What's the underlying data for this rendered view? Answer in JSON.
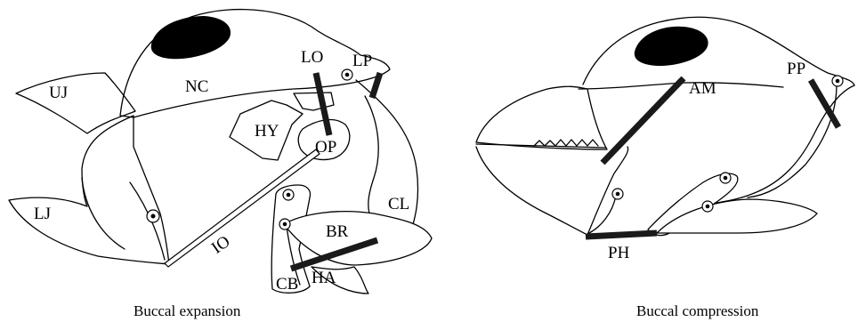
{
  "panels": {
    "expansion": {
      "caption": "Buccal expansion",
      "labels": {
        "nc": "NC",
        "uj": "UJ",
        "lj": "LJ",
        "lo": "LO",
        "lp": "LP",
        "hy": "HY",
        "op": "OP",
        "io": "IO",
        "br": "BR",
        "cl": "CL",
        "cb": "CB",
        "ha": "HA"
      }
    },
    "compression": {
      "caption": "Buccal compression",
      "labels": {
        "am": "AM",
        "pp": "PP",
        "ph": "PH"
      }
    }
  }
}
